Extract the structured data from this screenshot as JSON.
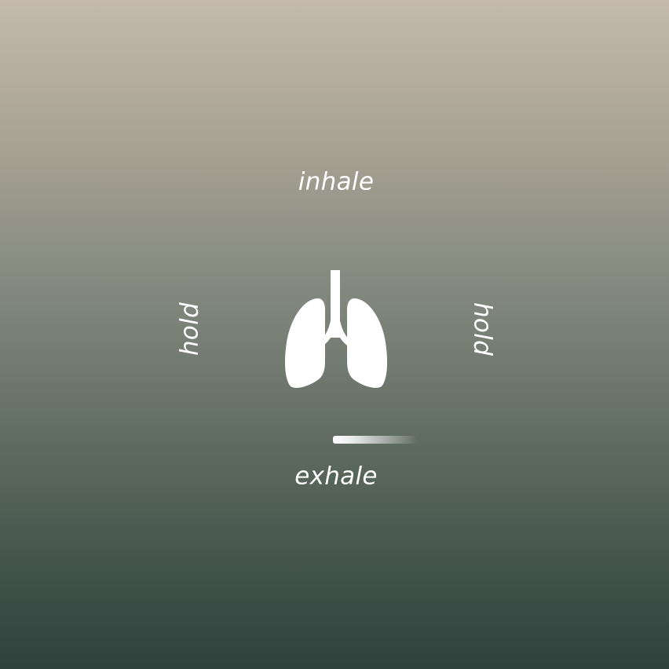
{
  "breathing": {
    "top_label": "inhale",
    "bottom_label": "exhale",
    "left_label": "hold",
    "right_label": "hold",
    "icon": "lungs-icon",
    "progress": 1.0
  },
  "colors": {
    "gradient_top": "#c4b9ac",
    "gradient_bottom": "#2f423c",
    "foreground": "#ffffff"
  }
}
